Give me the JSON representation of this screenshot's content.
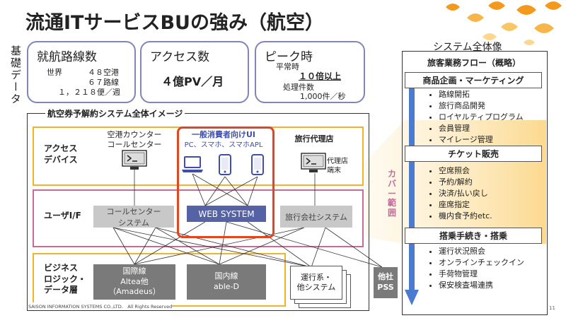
{
  "title": "流通ITサービスBUの強み（航空）",
  "side_label": "基礎データ",
  "stats": {
    "routes": {
      "heading": "就航路線数",
      "world_label": "世界",
      "world_value": "４８空港",
      "routes_value": "６７路線",
      "flights_value": "１，２１８便／週"
    },
    "access": {
      "heading": "アクセス数",
      "value": "４億PV／月"
    },
    "peak": {
      "heading": "ピーク時",
      "normal_label": "平常時",
      "normal_value": "１０倍以上",
      "txn_label": "処理件数",
      "txn_value": "1,000件／秒"
    }
  },
  "system_image": {
    "caption": "航空券予解約システム全体イメージ",
    "layer_access": "アクセス\nデバイス",
    "layer_user": "ユーザI/F",
    "layer_biz": "ビジネス\nロジック・\nデータ層",
    "airport_caption": "空港カウンター\nコールセンター",
    "consumer_caption": "一般消費者向けUI",
    "consumer_sub": "PC、スマホ、スマホAPL",
    "agency_caption": "旅行代理店",
    "agency_terminal": "代理店\n端末",
    "callcenter_system": "コールセンター\nシステム",
    "web_system": "WEB SYSTEM",
    "agency_system": "旅行会社システム",
    "intl": "国際線\nAltea他\n（Amadeus）",
    "dom": "国内線\nable-D",
    "ops": "運行系・\n他システム",
    "other": "他社\nPSS",
    "copyright": "SAISON INFORMATION SYSTEMS CO.,LTD.　All Rights Reserved"
  },
  "overview": {
    "title": "システム全体像",
    "flow_title": "旅客業務フロー（概略）",
    "coverage": "カバー範囲",
    "sections": [
      {
        "header": "商品企画・マーケティング",
        "items": [
          "路線開拓",
          "旅行商品開発",
          "ロイヤルティプログラム",
          "会員管理",
          "マイレージ管理"
        ]
      },
      {
        "header": "チケット販売",
        "items": [
          "空席照会",
          "予約/解約",
          "決済/払い戻し",
          "座席指定",
          "機内食予約etc."
        ]
      },
      {
        "header": "搭乗手続き・搭乗",
        "items": [
          "運行状況照会",
          "オンラインチェックイン",
          "手荷物管理",
          "保安検査場連携"
        ]
      }
    ]
  },
  "page_number": "11",
  "colors": {
    "accent_orange": "#f39a1e",
    "frame_yellow": "#f0b429",
    "frame_pink": "#c76b9a",
    "web_blue": "#5563a6",
    "highlight_red": "#e0461f",
    "arrow_blue": "#4a7bd1"
  }
}
